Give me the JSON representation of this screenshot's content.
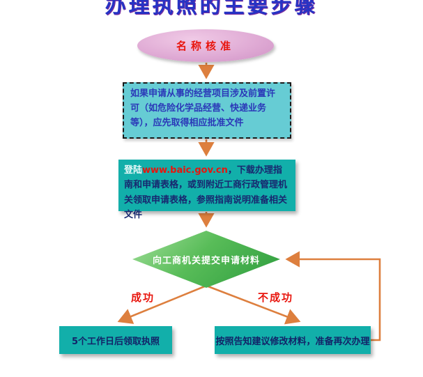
{
  "title": "办理执照的主要步骤",
  "nodes": {
    "start": "名称核准",
    "precondition": "如果申请从事的经营项目涉及前置许可（如危险化学品经营、快递业务等），应先取得相应批准文件",
    "download": {
      "pre": "登陆",
      "url": "www.baic.gov.cn",
      "post": "，下载办理指南和申请表格，或到附近工商行政管理机关领取申请表格，参照指南说明准备相关文件"
    },
    "decision": "向工商机关提交申请材料",
    "success_box": "5个工作日后领取执照",
    "fail_box": "按照告知建议修改材料，准备再次办理"
  },
  "labels": {
    "success": "成功",
    "fail": "不成功"
  },
  "colors": {
    "arrow_orange": "#dd7f3e",
    "teal_box": "#12afaa",
    "dashed_box_bg": "#66ccd4",
    "dashed_box_text": "#2b38b8",
    "diamond_green": "#2c9c3d",
    "ellipse_pink": "#e0abd5",
    "title_blue": "#2633c4",
    "accent_red": "#e8150d",
    "navy_text": "#122368"
  }
}
